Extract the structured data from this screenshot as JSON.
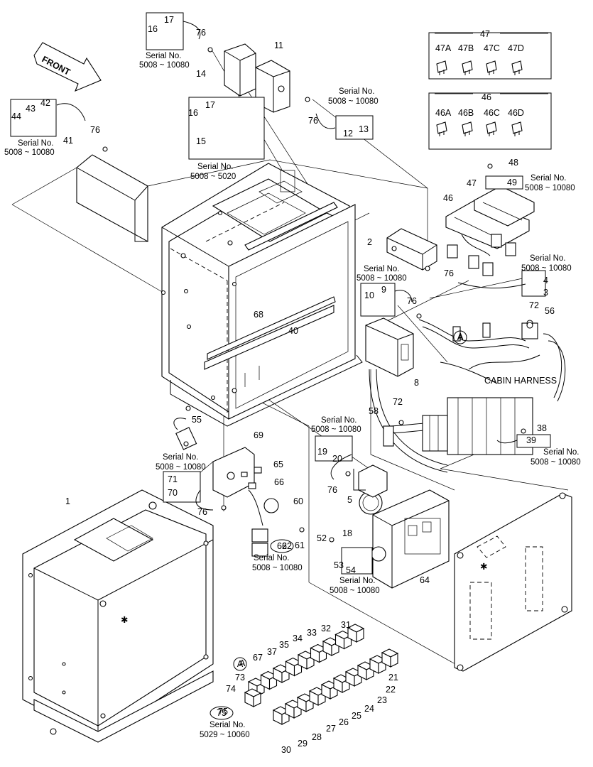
{
  "labels": {
    "front": "FRONT",
    "cabin_harness": "CABIN HARNESS"
  },
  "part_numbers": [
    "17",
    "16",
    "76",
    "11",
    "14",
    "15",
    "12",
    "13",
    "44",
    "43",
    "42",
    "76",
    "41",
    "2",
    "76",
    "9",
    "10",
    "76",
    "8",
    "68",
    "40",
    "46",
    "47",
    "48",
    "49",
    "4",
    "3",
    "72",
    "56",
    "72",
    "58",
    "38",
    "39",
    "55",
    "69",
    "65",
    "66",
    "60",
    "61",
    "62",
    "71",
    "70",
    "76",
    "5",
    "18",
    "52",
    "53",
    "54",
    "64",
    "1",
    "19",
    "20",
    "76",
    "47",
    "47A",
    "47B",
    "47C",
    "47D",
    "46",
    "46A",
    "46B",
    "46C",
    "46D",
    "31",
    "32",
    "33",
    "34",
    "35",
    "37",
    "67",
    "73",
    "74",
    "21",
    "22",
    "23",
    "24",
    "25",
    "26",
    "27",
    "28",
    "29",
    "30",
    "75",
    "A",
    "A",
    "76",
    "16",
    "17"
  ],
  "serial_notes": [
    "Serial No.",
    "5008 ~ 10080",
    "Serial No.",
    "5008 ~ 10080",
    "Serial No.",
    "5008 ~ 5020",
    "Serial No.",
    "5008 ~ 10080",
    "Serial No.",
    "5008 ~ 10080",
    "Serial No.",
    "5008 ~ 10080",
    "Serial No.",
    "5008 ~ 10080",
    "Serial No.",
    "5008 ~ 10080",
    "Serial No.",
    "5008 ~ 10080",
    "Serial No.",
    "5008 ~ 10080",
    "Serial No.",
    "5008 ~ 10080",
    "Serial No.",
    "5008 ~ 10080",
    "Serial No.",
    "5029 ~ 10060"
  ],
  "circled_labels": [
    "62",
    "75",
    "A",
    "A"
  ],
  "fuse_groups": [
    {
      "group": "47",
      "items": [
        "47A",
        "47B",
        "47C",
        "47D"
      ]
    },
    {
      "group": "46",
      "items": [
        "46A",
        "46B",
        "46C",
        "46D"
      ]
    }
  ]
}
